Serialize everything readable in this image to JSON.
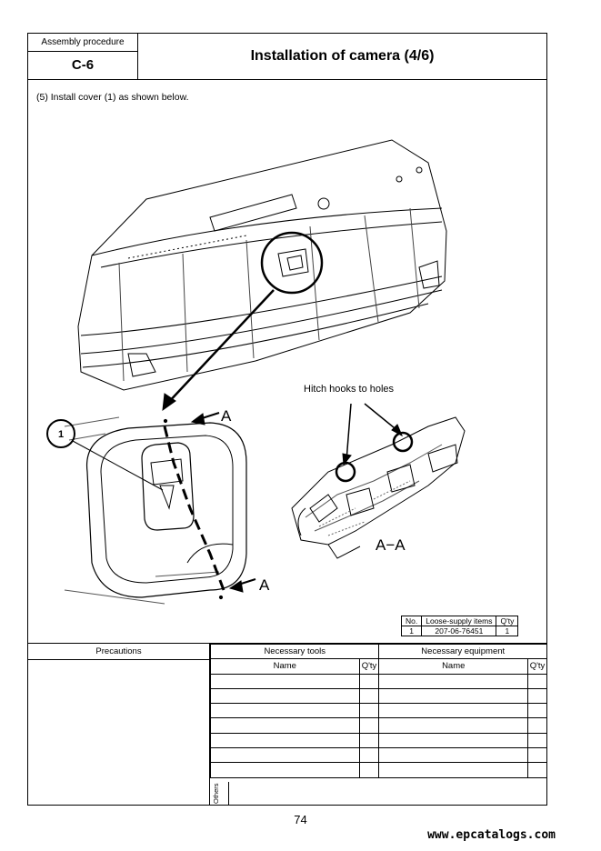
{
  "header": {
    "procedure_label": "Assembly procedure",
    "code": "C-6",
    "title": "Installation of camera (4/6)"
  },
  "step_text": "(5) Install cover (1) as shown below.",
  "figure": {
    "callout_number": "1",
    "section_marker": "A",
    "section_label": "A−A",
    "hitch_label": "Hitch hooks to holes"
  },
  "loose_supply": {
    "headers": [
      "No.",
      "Loose-supply items",
      "Q'ty"
    ],
    "rows": [
      [
        "1",
        "207-06-76451",
        "1"
      ]
    ]
  },
  "bottom": {
    "precautions_label": "Precautions",
    "tools_label": "Necessary tools",
    "equipment_label": "Necessary equipment",
    "name_label": "Name",
    "qty_label": "Q'ty",
    "others_label": "Others"
  },
  "footer": {
    "page_number": "74",
    "website": "www.epcatalogs.com"
  }
}
